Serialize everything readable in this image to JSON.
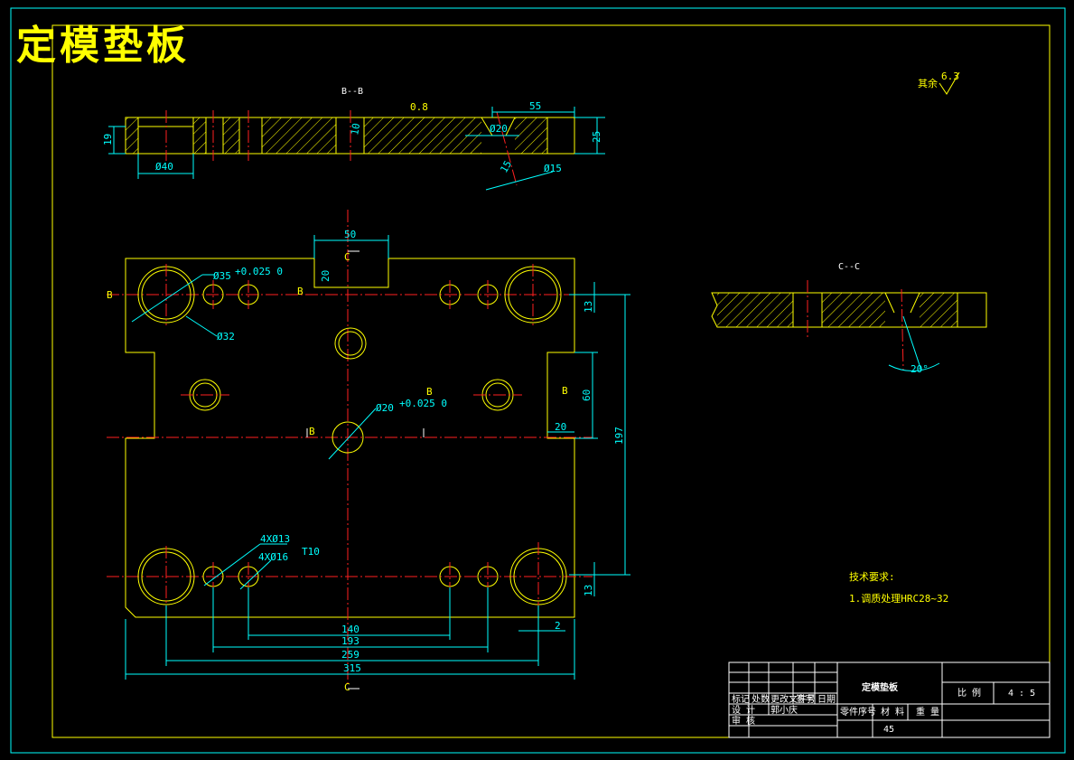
{
  "drawing": {
    "title": "定模垫板",
    "section_bb": "B--B",
    "section_cc": "C--C",
    "section_marks": {
      "b": "B",
      "c": "C"
    },
    "roughness_note": "其余",
    "roughness_value": "6.3",
    "roughness_small": "0.8",
    "dims": {
      "w50": "50",
      "h20": "20",
      "d35": "Ø35",
      "d35_tol": "+0.025 0",
      "d32": "Ø32",
      "d20": "Ø20",
      "d20_tol": "+0.025 0",
      "h60": "60",
      "w20": "20",
      "h197": "197",
      "h13a": "13",
      "h13b": "13",
      "n4d13": "4XØ13",
      "n4d16": "4XØ16",
      "d16_tol": "T10",
      "w140": "140",
      "w193": "193",
      "w259": "259",
      "w315": "315",
      "w2": "2",
      "bb_h19": "19",
      "bb_d40": "Ø40",
      "bb_w55": "55",
      "bb_d20": "Ø20",
      "bb_d15": "Ø15",
      "bb_h25": "25",
      "bb_10": "10",
      "bb_15": "15",
      "cc_angle": "20°"
    },
    "tech_requirements": {
      "heading": "技术要求:",
      "item1": "1.调质处理HRC28~32"
    },
    "title_block": {
      "part_name": "定模垫板",
      "scale_label": "比 例",
      "scale_value": "4 : 5",
      "row_labels": [
        "标记",
        "处数",
        "更改文件号",
        "签字",
        "日期"
      ],
      "designer_label": "设 计",
      "designer_name": "郭小庆",
      "reviewer_label": "审 核",
      "part_no_label": "零件序号",
      "material_label": "材 料",
      "weight_label": "重 量",
      "material_value": "45"
    }
  }
}
